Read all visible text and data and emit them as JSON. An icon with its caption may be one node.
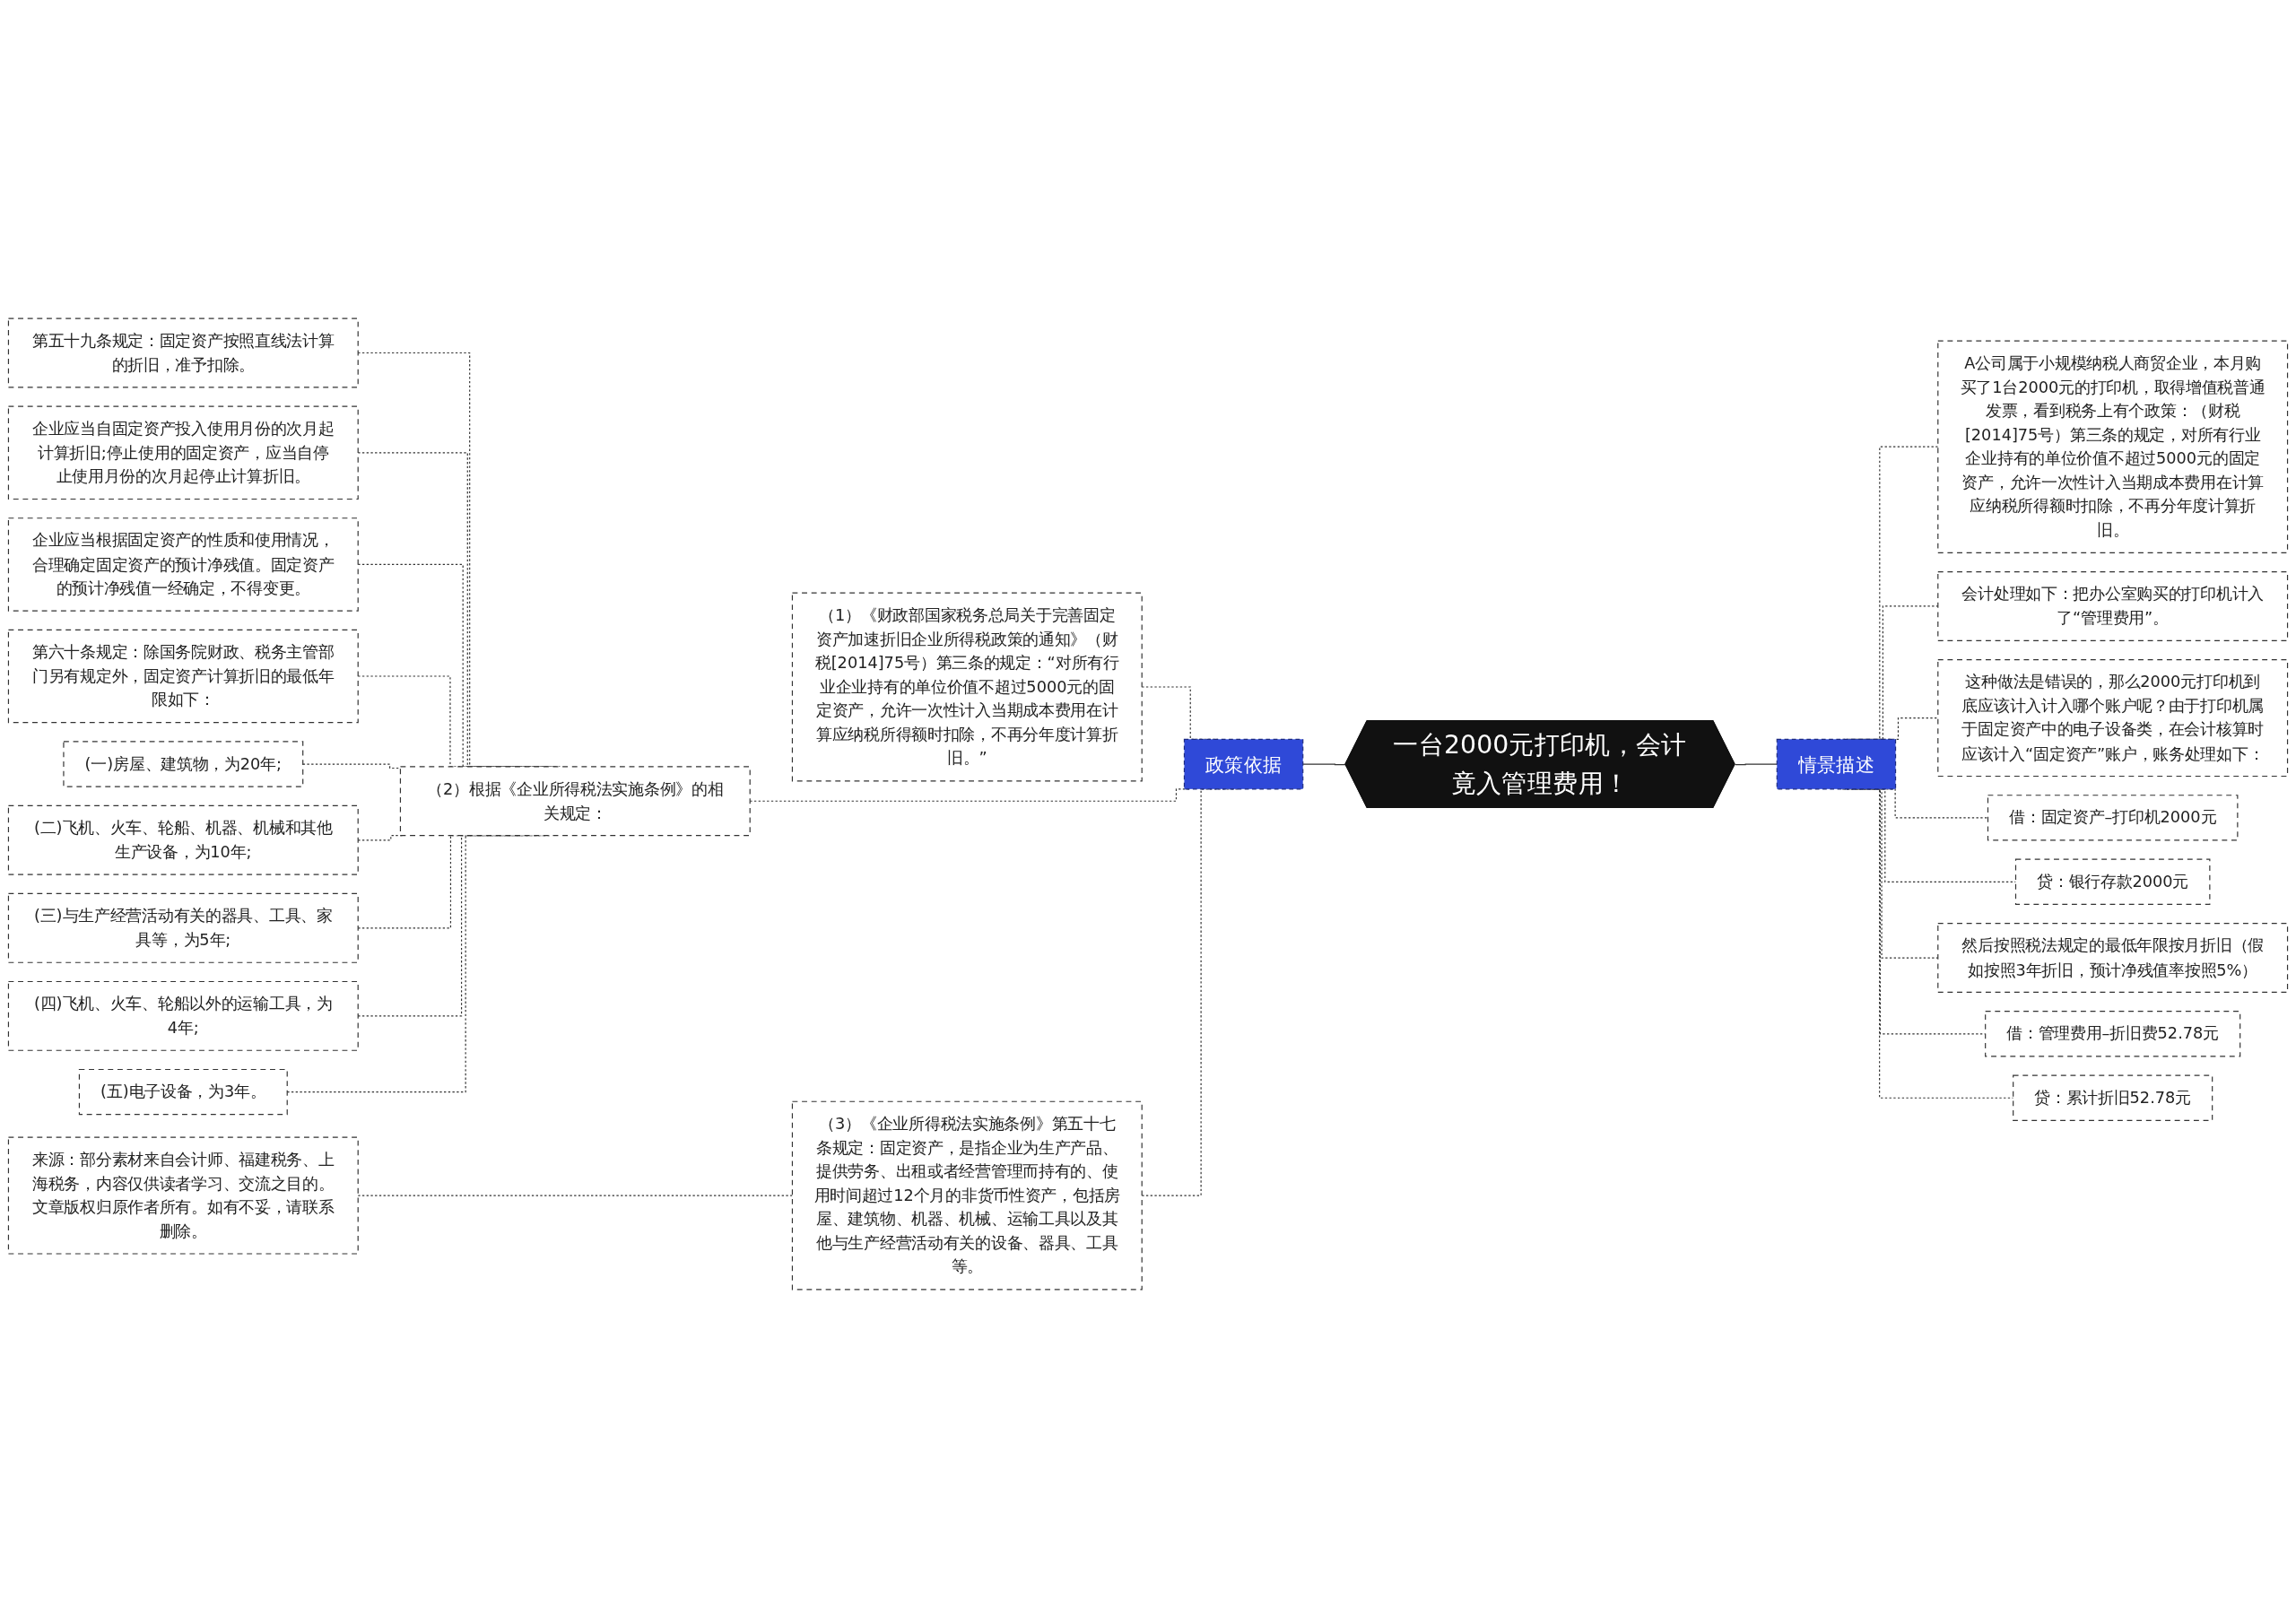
{
  "diagram": {
    "nodes": [
      {
        "text": [
          "一台2000元打印机，会计竟入管理费用！"
        ]
      },
      {
        "text": [
          "政策依据"
        ]
      },
      {
        "text": [
          "情景描述"
        ]
      },
      {
        "text": [
          "（1）《财政部国家税务总局关于完善固定资产加速折旧企业所得税政策的通知》（财税[2014]75号）第三条的规定：“对所有行业企业持有的单位价值不超过5000元的固定资产，允许一次性计入当期成本费用在计算应纳税所得额时扣除，不再分年度计算折旧。”"
        ]
      },
      {
        "text": [
          "（2）根据《企业所得税法实施条例》的相关规定："
        ]
      },
      {
        "text": [
          "第五十九条规定：固定资产按照直线法计算的折旧，准予扣除。"
        ]
      },
      {
        "text": [
          "企业应当自固定资产投入使用月份的次月起计算折旧;停止使用的固定资产，应当自停止使用月份的次月起停止计算折旧。"
        ]
      },
      {
        "text": [
          "企业应当根据固定资产的性质和使用情况，合理确定固定资产的预计净残值。固定资产的预计净残值一经确定，不得变更。"
        ]
      },
      {
        "text": [
          "第六十条规定：除国务院财政、税务主管部门另有规定外，固定资产计算折旧的最低年限如下："
        ]
      },
      {
        "text": [
          "(一)房屋、建筑物，为20年;"
        ]
      },
      {
        "text": [
          "(二)飞机、火车、轮船、机器、机械和其他生产设备，为10年;"
        ]
      },
      {
        "text": [
          "(三)与生产经营活动有关的器具、工具、家具等，为5年;"
        ]
      },
      {
        "text": [
          "(四)飞机、火车、轮船以外的运输工具，为4年;"
        ]
      },
      {
        "text": [
          "(五)电子设备，为3年。"
        ]
      },
      {
        "text": [
          "（3）《企业所得税法实施条例》第五十七条规定：固定资产，是指企业为生产产品、提供劳务、出租或者经营管理而持有的、使用时间超过12个月的非货币性资产，包括房屋、建筑物、机器、机械、运输工具以及其他与生产经营活动有关的设备、器具、工具等。"
        ]
      },
      {
        "text": [
          "来源：部分素材来自会计师、福建税务、上海税务，内容仅供读者学习、交流之目的。文章版权归原作者所有。如有不妥，请联系删除。"
        ]
      },
      {
        "text": [
          "A公司属于小规模纳税人商贸企业，本月购买了1台2000元的打印机，取得增值税普通发票，看到税务上有个政策：（财税[2014]75号）第三条的规定，对所有行业企业持有的单位价值不超过5000元的固定资产，允许一次性计入当期成本费用在计算应纳税所得额时扣除，不再分年度计算折旧。"
        ]
      },
      {
        "text": [
          "会计处理如下：把办公室购买的打印机计入了“管理费用”。"
        ]
      },
      {
        "text": [
          "这种做法是错误的，那么2000元打印机到底应该计入计入哪个账户呢？由于打印机属于固定资产中的电子设备类，在会计核算时应该计入“固定资产”账户，账务处理如下："
        ]
      },
      {
        "text": [
          "借：固定资产–打印机2000元"
        ]
      },
      {
        "text": [
          "贷：银行存款2000元"
        ]
      },
      {
        "text": [
          "然后按照税法规定的最低年限按月折旧（假如按照3年折旧，预计净残值率按照5%）"
        ]
      },
      {
        "text": [
          "借：管理费用–折旧费52.78元"
        ]
      },
      {
        "text": [
          "贷：累计折旧52.78元"
        ]
      }
    ],
    "edges": [
      {
        "from": 1,
        "to": 0,
        "arrow": "none"
      },
      {
        "from": 0,
        "to": 2,
        "arrow": "none"
      },
      {
        "from": 3,
        "to": 1,
        "arrow": "none",
        "style": "dashed"
      },
      {
        "from": 4,
        "to": 1,
        "arrow": "none",
        "style": "dashed"
      },
      {
        "from": 14,
        "to": 1,
        "arrow": "none",
        "style": "dashed"
      },
      {
        "from": 5,
        "to": 4,
        "arrow": "none",
        "style": "dashed"
      },
      {
        "from": 6,
        "to": 4,
        "arrow": "none",
        "style": "dashed"
      },
      {
        "from": 7,
        "to": 4,
        "arrow": "none",
        "style": "dashed"
      },
      {
        "from": 8,
        "to": 4,
        "arrow": "none",
        "style": "dashed"
      },
      {
        "from": 9,
        "to": 4,
        "arrow": "none",
        "style": "dashed"
      },
      {
        "from": 10,
        "to": 4,
        "arrow": "none",
        "style": "dashed"
      },
      {
        "from": 11,
        "to": 4,
        "arrow": "none",
        "style": "dashed"
      },
      {
        "from": 12,
        "to": 4,
        "arrow": "none",
        "style": "dashed"
      },
      {
        "from": 13,
        "to": 4,
        "arrow": "none",
        "style": "dashed"
      },
      {
        "from": 15,
        "to": 14,
        "arrow": "none",
        "style": "dashed"
      },
      {
        "from": 2,
        "to": 16,
        "arrow": "none",
        "style": "dashed"
      },
      {
        "from": 2,
        "to": 17,
        "arrow": "none",
        "style": "dashed"
      },
      {
        "from": 2,
        "to": 18,
        "arrow": "none",
        "style": "dashed"
      },
      {
        "from": 2,
        "to": 19,
        "arrow": "none",
        "style": "dashed"
      },
      {
        "from": 2,
        "to": 20,
        "arrow": "none",
        "style": "dashed"
      },
      {
        "from": 2,
        "to": 21,
        "arrow": "none",
        "style": "dashed"
      },
      {
        "from": 2,
        "to": 22,
        "arrow": "none",
        "style": "dashed"
      },
      {
        "from": 2,
        "to": 23,
        "arrow": "none",
        "style": "dashed"
      }
    ]
  }
}
